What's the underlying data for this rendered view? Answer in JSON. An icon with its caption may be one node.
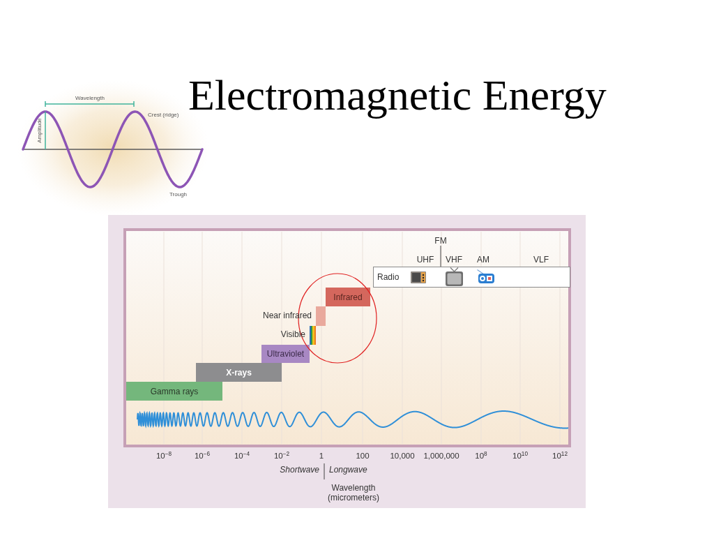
{
  "diagram": {
    "title": "Electromagnetic Energy",
    "nodes": [
      {
        "text": [
          "Radio"
        ],
        "beside": [
          "FM",
          "UHF",
          "VHF",
          "AM",
          "VLF"
        ]
      },
      {
        "text": [
          "Infrared"
        ]
      },
      {
        "text": [],
        "shape": "bar",
        "beside": [
          "Near infrared"
        ]
      },
      {
        "text": [],
        "shape": "bar",
        "beside": [
          "Visible"
        ]
      },
      {
        "text": [
          "Ultraviolet"
        ]
      },
      {
        "text": [
          "X-rays"
        ]
      },
      {
        "text": [
          "Gamma rays"
        ]
      }
    ],
    "labels": [
      "Wavelength",
      "Crest (ridge)",
      "Amplitude",
      "Trough",
      "10$^{−8}$",
      "10$^{−6}$",
      "10$^{−4}$",
      "10$^{−2}$",
      "1",
      "100",
      "10,000",
      "1,000,000",
      "10$^{8}$",
      "10$^{10}$",
      "10$^{12}$",
      "Shortwave",
      "Longwave",
      "Wavelength (micrometers)"
    ]
  }
}
